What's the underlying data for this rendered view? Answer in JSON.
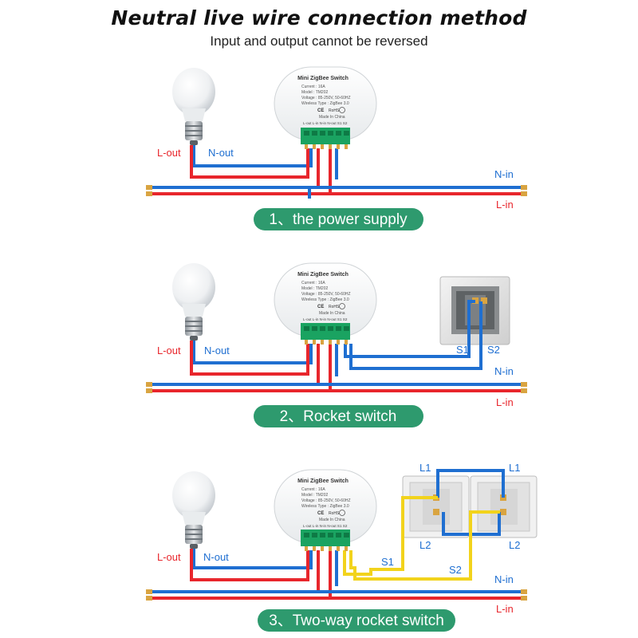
{
  "header": {
    "title": "Neutral live wire connection method",
    "subtitle": "Input and output cannot be reversed"
  },
  "colors": {
    "live": "#e8262c",
    "neutral": "#1f6fd1",
    "switch_wire": "#f2d31c",
    "badge": "#2e9a6e",
    "terminal": "#1aa361",
    "pin": "#d9a441"
  },
  "module": {
    "name": "Mini ZigBee Switch",
    "current": "Current : 16A",
    "model": "Model : TM202",
    "voltage": "Voltage : 85-250V, 50-60HZ",
    "wireless": "Wireless Type : ZigBee 3.0",
    "certs": [
      "CE",
      "RoHS"
    ],
    "made_in": "Made In China",
    "terminals": "L-out  L-in  N-in N-out  S1   S2"
  },
  "labels": {
    "l_out": "L-out",
    "n_out": "N-out",
    "n_in": "N-in",
    "l_in": "L-in",
    "s1": "S1",
    "s2": "S2",
    "l1": "L1",
    "l2": "L2"
  },
  "sections": [
    {
      "badge": "1、the power supply"
    },
    {
      "badge": "2、Rocket switch"
    },
    {
      "badge": "3、Two-way rocket switch"
    }
  ]
}
